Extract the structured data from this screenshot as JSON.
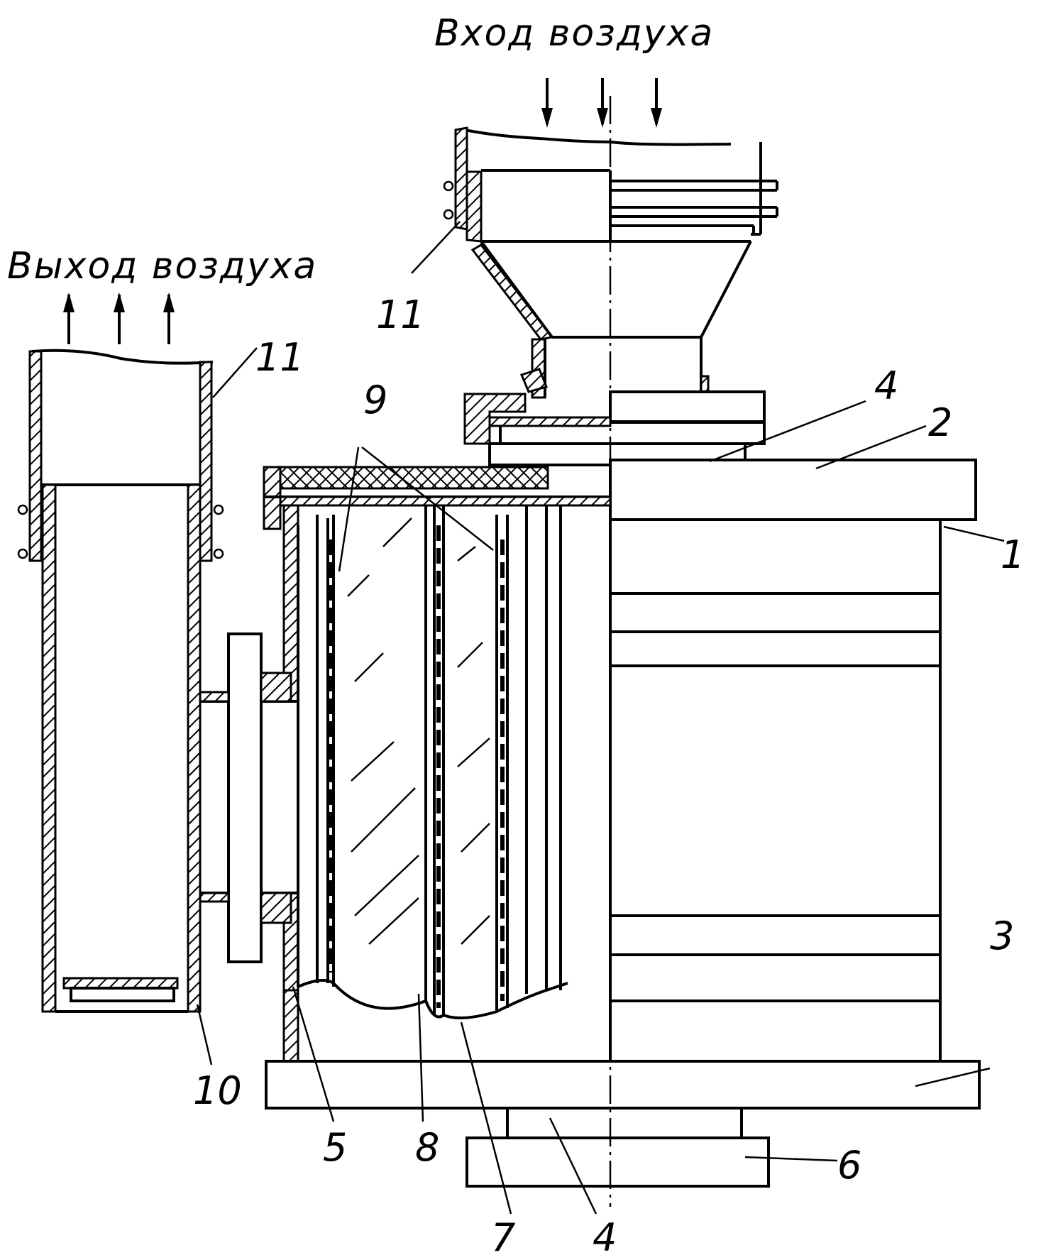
{
  "diagram": {
    "air_inlet": "Вход воздуха",
    "air_outlet": "Выход воздуха",
    "labels": {
      "n1": "1",
      "n2": "2",
      "n3": "3",
      "n4_top": "4",
      "n4_bottom": "4",
      "n5": "5",
      "n6": "6",
      "n7": "7",
      "n8": "8",
      "n9": "9",
      "n10": "10",
      "n11_inlet": "11",
      "n11_outlet": "11"
    }
  }
}
